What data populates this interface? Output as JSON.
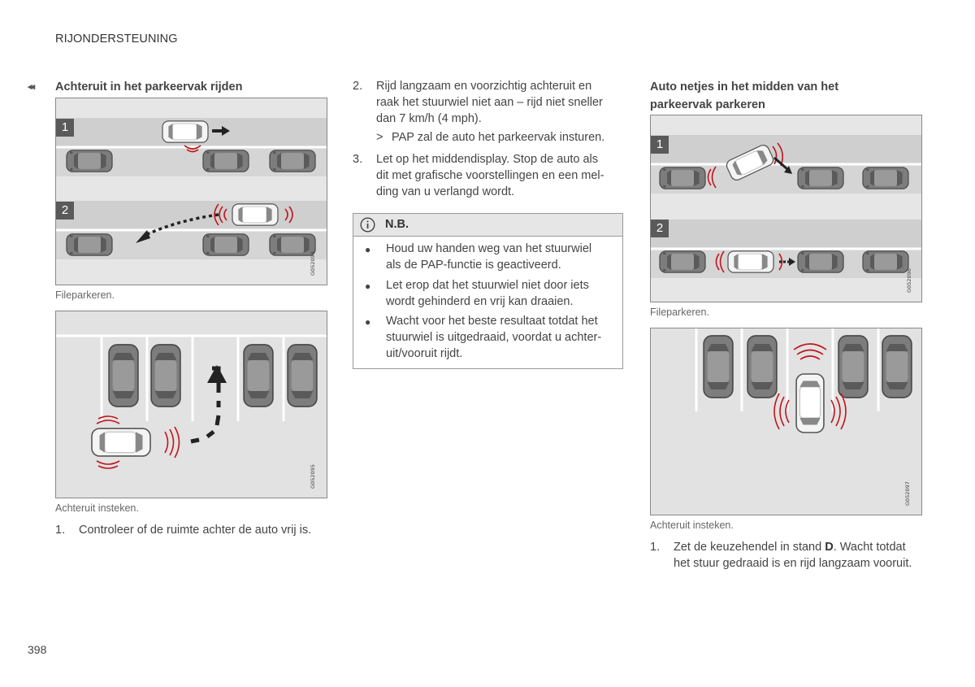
{
  "header": {
    "section": "RIJONDERSTEUNING",
    "back_glyph": "◂◂"
  },
  "col1": {
    "heading": "Achteruit in het parkeervak rijden",
    "fig1": {
      "label1": "1",
      "label2": "2",
      "code": "G052094",
      "caption": "Fileparkeren."
    },
    "fig2": {
      "code": "G052095",
      "caption": "Achteruit insteken."
    },
    "step1": {
      "num": "1.",
      "text": "Controleer of de ruimte achter de auto vrij is."
    }
  },
  "col2": {
    "step2": {
      "num": "2.",
      "lines": [
        "Rijd langzaam en voorzichtig achteruit en",
        "raak het stuurwiel niet aan – rijd niet sneller",
        "dan 7 km/h (4 mph)."
      ],
      "sub_marker": ">",
      "sub": "PAP zal de auto het parkeervak insturen."
    },
    "step3": {
      "num": "3.",
      "lines": [
        "Let op het middendisplay. Stop de auto als",
        "dit met grafische voorstellingen en een mel-",
        "ding van u verlangd wordt."
      ]
    },
    "note": {
      "icon": "info-icon",
      "title": "N.B.",
      "bullets": [
        [
          "Houd uw handen weg van het stuurwiel",
          "als de PAP-functie is geactiveerd."
        ],
        [
          "Let erop dat het stuurwiel niet door iets",
          "wordt gehinderd en vrij kan draaien."
        ],
        [
          "Wacht voor het beste resultaat totdat het",
          "stuurwiel is uitgedraaid, voordat u achter-",
          "uit/vooruit rijdt."
        ]
      ]
    }
  },
  "col3": {
    "heading_line1": "Auto netjes in het midden van het",
    "heading_line2": "parkeervak parkeren",
    "fig3": {
      "label1": "1",
      "label2": "2",
      "code": "G052096",
      "caption": "Fileparkeren."
    },
    "fig4": {
      "code": "G052097",
      "caption": "Achteruit insteken."
    },
    "step1": {
      "num": "1.",
      "line1_pre": "Zet de keuzehendel in stand ",
      "line1_bold": "D",
      "line1_post": ". Wacht totdat",
      "line2": "het stuur gedraaid is en rijd langzaam vooruit."
    }
  },
  "footer": {
    "page_number": "398"
  }
}
